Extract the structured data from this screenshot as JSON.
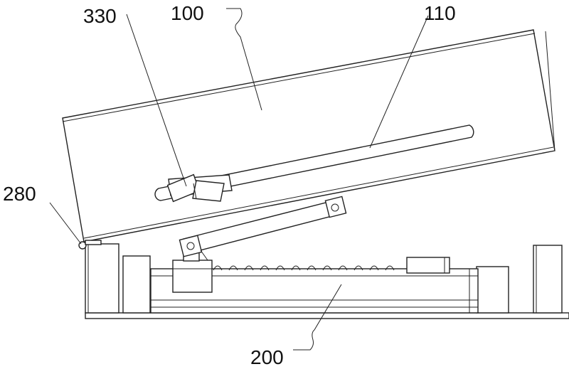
{
  "labels": {
    "part_100": "100",
    "part_110": "110",
    "part_200": "200",
    "part_280": "280",
    "part_330": "330"
  },
  "colors": {
    "line": "#222222",
    "background": "#ffffff",
    "text": "#111111"
  }
}
